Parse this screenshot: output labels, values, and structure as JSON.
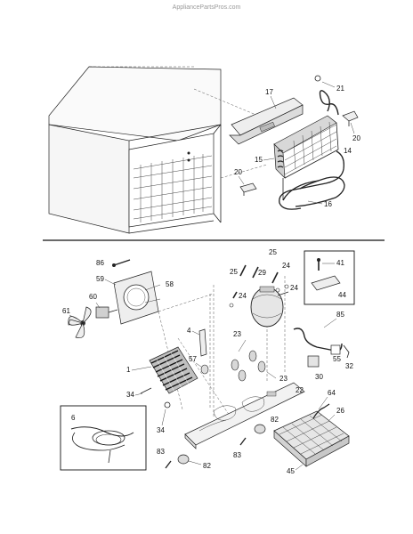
{
  "watermark": "AppliancePartsPros.com",
  "callouts": {
    "c1": "1",
    "c4": "4",
    "c6": "6",
    "c14": "14",
    "c15": "15",
    "c16": "16",
    "c17": "17",
    "c20a": "20",
    "c20b": "20",
    "c21": "21",
    "c22": "22",
    "c23a": "23",
    "c23b": "23",
    "c24a": "24",
    "c24b": "24",
    "c24c": "24",
    "c25a": "25",
    "c25b": "25",
    "c26": "26",
    "c29": "29",
    "c30": "30",
    "c32": "32",
    "c34a": "34",
    "c34b": "34",
    "c41": "41",
    "c44": "44",
    "c45": "45",
    "c55": "55",
    "c57": "57",
    "c58": "58",
    "c59": "59",
    "c60": "60",
    "c61": "61",
    "c64": "64",
    "c82a": "82",
    "c82b": "82",
    "c83a": "83",
    "c83b": "83",
    "c85": "85",
    "c86": "86"
  }
}
